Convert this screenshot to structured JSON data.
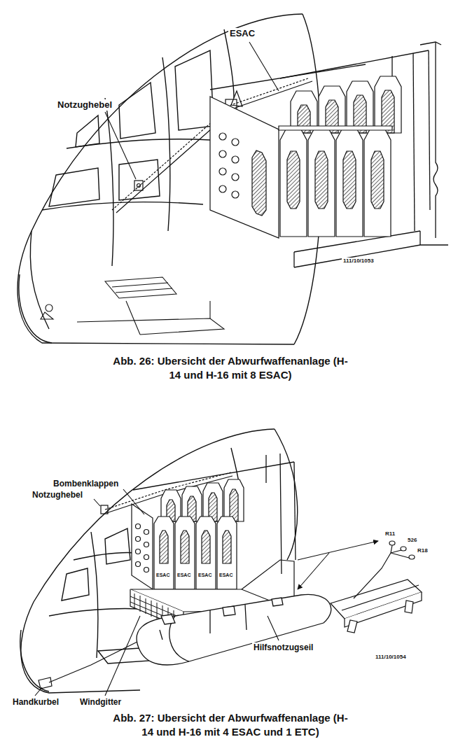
{
  "diagram": {
    "labels": [
      "ESAC",
      "Notzughebel",
      "111/10/1053",
      "Abb. 26: Ubersicht der Abwurfwaffenanlage (H-14 und H-16 mit 8 ESAC)",
      "Bombenklappen",
      "Notzughebel",
      "ESAC",
      "ESAC",
      "ESAC",
      "ESAC",
      "R11",
      "526",
      "R18",
      "Hilfsnotzugseil",
      "Handkurbel",
      "Windgitter",
      "111/10/1054",
      "Abb. 27: Ubersicht der Abwurfwaffenanlage (H-14 und H-16 mit 4 ESAC und 1 ETC)"
    ]
  }
}
